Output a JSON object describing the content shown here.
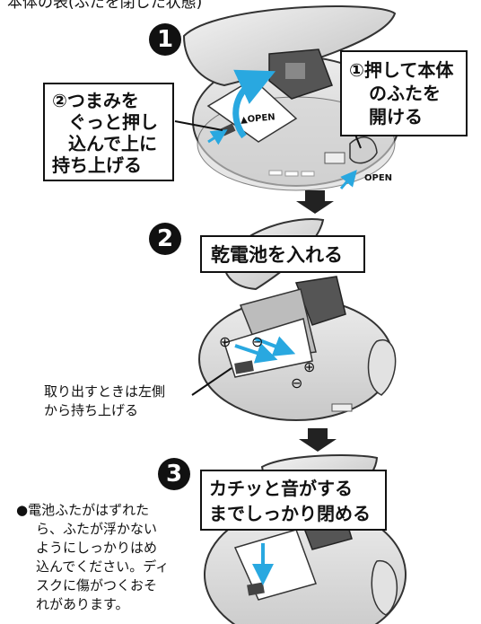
{
  "header_partial": "本体の表(ふたを閉じた状態)",
  "steps": [
    {
      "number": "1",
      "callout_left": [
        "②つまみを",
        "ぐっと押し",
        "込んで上に",
        "持ち上げる"
      ],
      "callout_right": [
        "①押して本体",
        "のふたを",
        "開ける"
      ],
      "open_label_battery": "▲OPEN",
      "open_label_body": "OPEN"
    },
    {
      "number": "2",
      "callout": "乾電池を入れる",
      "plus_symbol": "⊕",
      "minus_symbol": "⊖",
      "note": [
        "取り出すときは左側",
        "から持ち上げる"
      ]
    },
    {
      "number": "3",
      "callout": [
        "カチッと音がする",
        "までしっかり閉める"
      ],
      "note_bullet": "●",
      "note": [
        "電池ふたがはずれた",
        "ら、ふたが浮かない",
        "ようにしっかりはめ",
        "込んでください。ディ",
        "スクに傷がつくおそ",
        "れがあります。"
      ]
    }
  ],
  "colors": {
    "arrow": "#29a8e0",
    "device_light": "#e6e6e6",
    "device_mid": "#cfcfcf",
    "device_dark": "#555555",
    "outline": "#111111"
  }
}
